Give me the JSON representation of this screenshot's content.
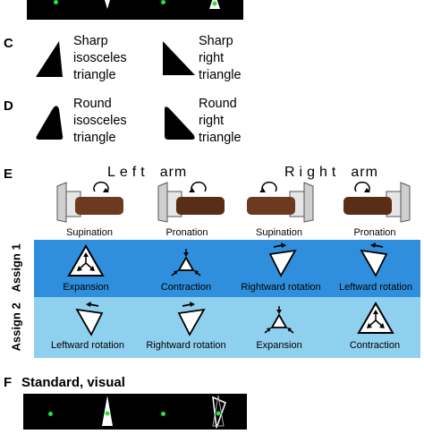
{
  "panel_c": {
    "letter": "C",
    "left_label": [
      "Sharp",
      "isosceles",
      "triangle"
    ],
    "right_label": [
      "Sharp",
      "right",
      "triangle"
    ]
  },
  "panel_d": {
    "letter": "D",
    "left_label": [
      "Round",
      "isosceles",
      "triangle"
    ],
    "right_label": [
      "Round",
      "right",
      "triangle"
    ]
  },
  "panel_e": {
    "letter": "E",
    "left_arm_a": "Left",
    "left_arm_b": "arm",
    "right_arm_a": "Right",
    "right_arm_b": "arm",
    "movements": [
      "Supination",
      "Pronation",
      "Supination",
      "Pronation"
    ],
    "assign1": {
      "label": "Assign 1",
      "color": "#2f8fdc",
      "items": [
        "Expansion",
        "Contraction",
        "Rightward rotation",
        "Leftward rotation"
      ]
    },
    "assign2": {
      "label": "Assign 2",
      "color": "#8fd0ef",
      "items": [
        "Leftward rotation",
        "Rightward rotation",
        "Expansion",
        "Contraction"
      ]
    }
  },
  "panel_f": {
    "letter": "F",
    "title": "Standard, visual"
  },
  "colors": {
    "fixation": "#27e23a",
    "skin": "#6b3a1f",
    "device": "#cfcfcf"
  }
}
